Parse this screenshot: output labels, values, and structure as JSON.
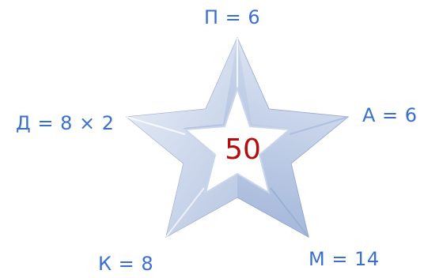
{
  "center_value": "50",
  "labels": {
    "top": "П = 6",
    "right": "А = 6",
    "bottom_right": "М = 14",
    "bottom_left": "К = 8",
    "left": "Д = 8 × 2"
  },
  "colors": {
    "label_text": "#3a6fd0",
    "center_text": "#b30d0d",
    "star_light": "#eef3fb",
    "star_mid": "#bfcde6",
    "star_dark": "#8fa6cf"
  }
}
